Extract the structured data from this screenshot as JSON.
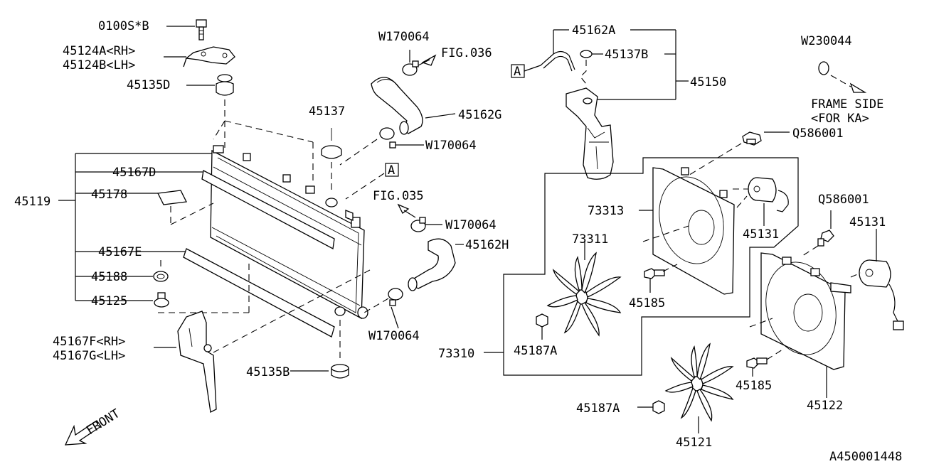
{
  "diagram_id": "A450001448",
  "labels": {
    "p0100S": "0100S*B",
    "p45124A": "45124A<RH>",
    "p45124B": "45124B<LH>",
    "p45135D": "45135D",
    "p45119": "45119",
    "p45167D": "45167D",
    "p45178": "45178",
    "p45167E": "45167E",
    "p45188": "45188",
    "p45125": "45125",
    "p45167F": "45167F<RH>",
    "p45167G": "45167G<LH>",
    "p45135B": "45135B",
    "front": "FRONT",
    "p45137": "45137",
    "w170064_a": "W170064",
    "fig036": "FIG.036",
    "p45162G": "45162G",
    "w170064_b": "W170064",
    "box_a1": "A",
    "fig035": "FIG.035",
    "w170064_c": "W170064",
    "p45162H": "45162H",
    "w170064_d": "W170064",
    "p45162A": "45162A",
    "box_a2": "A",
    "p45137B": "45137B",
    "p45150": "45150",
    "w230044": "W230044",
    "frame_side": "FRAME SIDE",
    "for_ka": "<FOR KA>",
    "q586001_a": "Q586001",
    "p73313": "73313",
    "p45131_a": "45131",
    "p73311": "73311",
    "p45185_a": "45185",
    "p73310": "73310",
    "p45187A_a": "45187A",
    "q586001_b": "Q586001",
    "p45131_b": "45131",
    "p45185_b": "45185",
    "p45122": "45122",
    "p45187A_b": "45187A",
    "p45121": "45121"
  }
}
